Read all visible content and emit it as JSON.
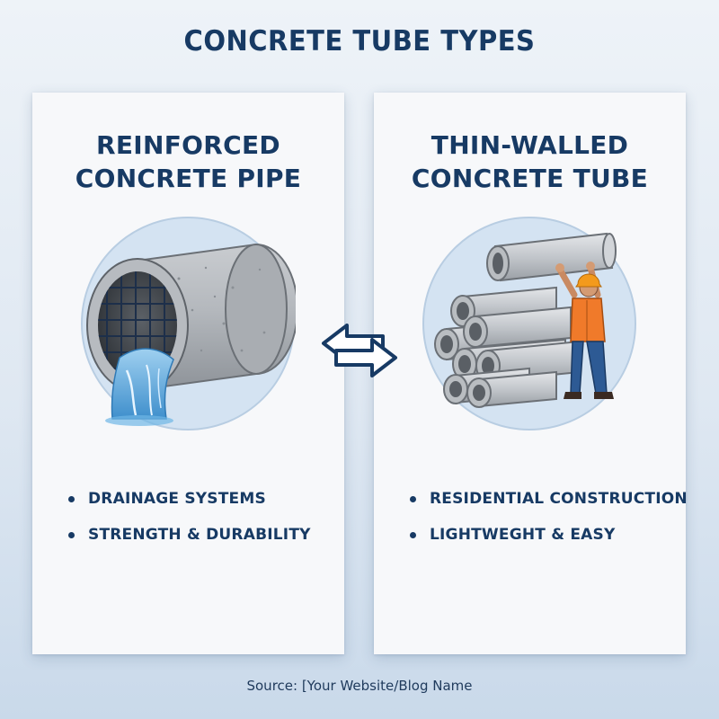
{
  "title": "CONCRETE TUBE TYPES",
  "left_card": {
    "title_line1": "REINFORCED",
    "title_line2": "CONCRETE PIPE",
    "illustration_icon": "reinforced-pipe-with-water-icon",
    "bullets": [
      "DRAINAGE SYSTEMS",
      "STRENGTH & DURABILITY"
    ]
  },
  "right_card": {
    "title_line1": "THIN-WALLED",
    "title_line2": "CONCRETE TUBE",
    "illustration_icon": "stacked-tubes-with-worker-icon",
    "bullets": [
      "RESIDENTIAL CONSTRUCTION",
      "LIGHTWEGHT & EASY"
    ]
  },
  "center_icon": "bidirectional-arrows-icon",
  "source": "Source: [Your Website/Blog Name",
  "colors": {
    "title": "#173a64",
    "background_top": "#eef3f8",
    "background_bottom": "#c9d9ea",
    "card": "#f7f8fa",
    "circle": "#d4e3f2",
    "concrete": "#b9bdc1",
    "water": "#5fa9dc",
    "vest": "#f07a2a",
    "helmet": "#f39a1c",
    "jeans": "#2d5a94"
  }
}
